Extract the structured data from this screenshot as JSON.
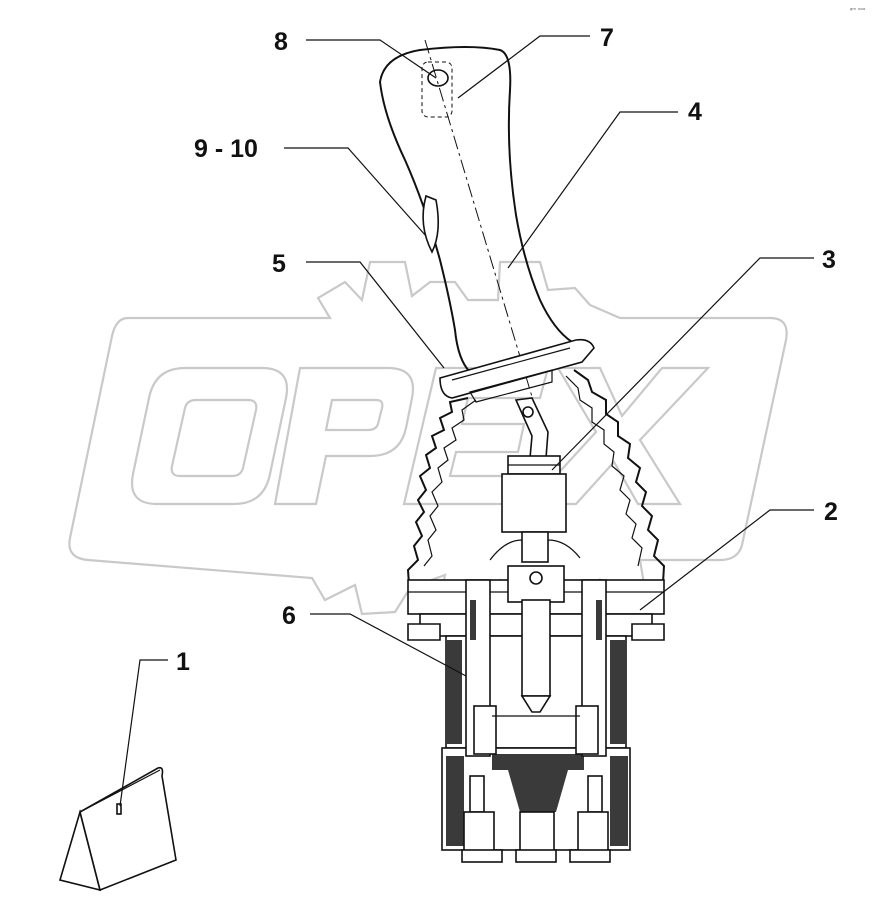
{
  "corner_mark": "ᵍᵐ ᵒᵒᵒ",
  "watermark": {
    "text": "OPEX",
    "color": "#c9c9c9"
  },
  "callouts": [
    {
      "id": "c8",
      "label": "8"
    },
    {
      "id": "c7",
      "label": "7"
    },
    {
      "id": "c4",
      "label": "4"
    },
    {
      "id": "c910",
      "label": "9 - 10"
    },
    {
      "id": "c5",
      "label": "5"
    },
    {
      "id": "c3",
      "label": "3"
    },
    {
      "id": "c2",
      "label": "2"
    },
    {
      "id": "c6",
      "label": "6"
    },
    {
      "id": "c1",
      "label": "1"
    }
  ],
  "colors": {
    "ink": "#111111",
    "hatch": "#3a3a3a",
    "background": "#ffffff"
  }
}
